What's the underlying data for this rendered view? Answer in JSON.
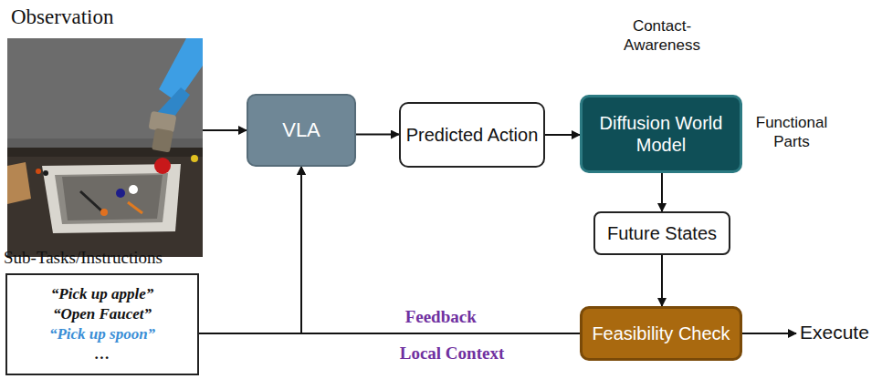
{
  "diagram": {
    "nodes": [
      {
        "text": [
          "Observation"
        ]
      },
      {
        "text": [
          "VLA"
        ]
      },
      {
        "text": [
          "Predicted Action"
        ]
      },
      {
        "text": [
          "Diffusion World Model"
        ]
      },
      {
        "text": [
          "Future States"
        ]
      },
      {
        "text": [
          "Sub-Tasks/Instructions",
          "“Pick up apple”",
          "“Open Faucet”",
          "“Pick up spoon”",
          "…"
        ]
      },
      {
        "text": [
          "Feasibility Check"
        ]
      }
    ],
    "edges": [
      {
        "from": 0,
        "to": 1,
        "arrow": "to"
      },
      {
        "from": 1,
        "to": 2,
        "arrow": "to"
      },
      {
        "from": 2,
        "to": 3,
        "arrow": "to"
      },
      {
        "from": 3,
        "to": 4,
        "arrow": "to"
      },
      {
        "from": 4,
        "to": 6,
        "arrow": "to"
      },
      {
        "from": 5,
        "to": 1,
        "arrow": "to"
      },
      {
        "from": 6,
        "to": 1,
        "label": "Feedback",
        "arrow": "to"
      }
    ],
    "labels": [
      "Contact-Awareness",
      "Functional Parts",
      "Local Context",
      "Execute"
    ]
  }
}
